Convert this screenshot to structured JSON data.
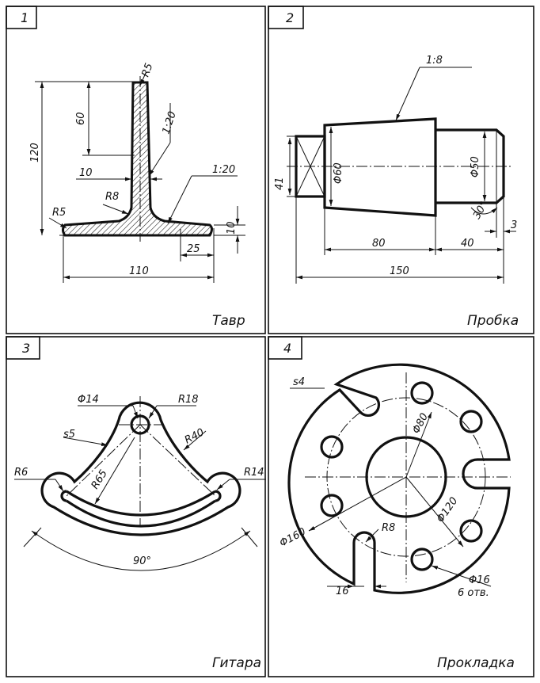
{
  "panels": [
    {
      "number": "1",
      "title": "Тавр"
    },
    {
      "number": "2",
      "title": "Пробка"
    },
    {
      "number": "3",
      "title": "Гитара"
    },
    {
      "number": "4",
      "title": "Прокладка"
    }
  ],
  "tavr": {
    "r5_top": "R5",
    "d60": "60",
    "d120": "120",
    "slope1": "1:20",
    "d10_web": "10",
    "slope2": "1:20",
    "r8": "R8",
    "r5_left": "R5",
    "d10_flange": "10",
    "d25": "25",
    "d110": "110"
  },
  "probka": {
    "taper": "1:8",
    "sq41": "41",
    "d60": "Φ60",
    "d50": "Φ50",
    "angle30": "30°",
    "d3": "3",
    "d80": "80",
    "d40": "40",
    "d150": "150"
  },
  "gitara": {
    "d14": "Φ14",
    "r18": "R18",
    "s5": "s5",
    "r40": "R40",
    "r65": "R65",
    "r6": "R6",
    "r14": "R14",
    "angle": "90°"
  },
  "prokladka": {
    "s4": "s4",
    "d80": "Φ80",
    "d120": "Φ120",
    "d160": "Φ160",
    "r8": "R8",
    "d16w": "16",
    "d16h": "Φ16",
    "count": "6 отв."
  }
}
